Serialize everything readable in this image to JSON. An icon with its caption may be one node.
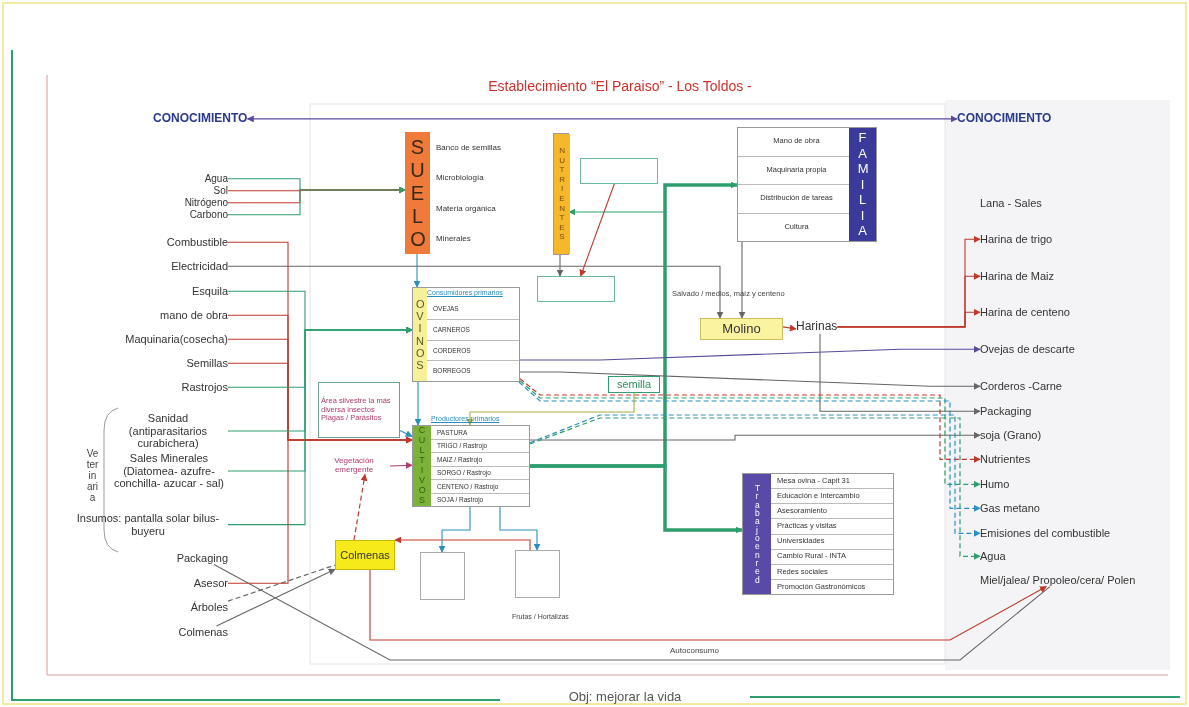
{
  "diagram": {
    "title": "Establecimiento “El Paraiso” - Los Toldos -",
    "caption": "Obj: mejorar la vida",
    "nodes": [
      {
        "text": [
          "Agua"
        ]
      },
      {
        "text": [
          "Sol"
        ]
      },
      {
        "text": [
          "Nitrógeno"
        ]
      },
      {
        "text": [
          "Carbono"
        ]
      },
      {
        "text": [
          "Combustible"
        ]
      },
      {
        "text": [
          "Electricidad"
        ]
      },
      {
        "text": [
          "Esquila"
        ]
      },
      {
        "text": [
          "mano de obra"
        ]
      },
      {
        "text": [
          "Maquinaria(cosecha)"
        ]
      },
      {
        "text": [
          "Semillas"
        ]
      },
      {
        "text": [
          "Rastrojos"
        ]
      },
      {
        "text": [
          "Sanidad (antiparasitarios curabichera)"
        ]
      },
      {
        "text": [
          "Sales Minerales (Diatomea- azufre- conchilla- azucar - sal)"
        ]
      },
      {
        "text": [
          "Insumos: pantalla solar bilus- buyeru"
        ]
      },
      {
        "text": [
          "Packaging"
        ]
      },
      {
        "text": [
          "Asesor"
        ]
      },
      {
        "text": [
          "Árboles"
        ]
      },
      {
        "text": [
          "Colmenas"
        ]
      },
      {
        "text": [
          "SUELO",
          "Banco de semillas",
          "Microbiología",
          "Materia orgánica",
          "Minerales"
        ]
      },
      {
        "text": [
          "NUTRIENTES"
        ]
      },
      {
        "text": [],
        "shape": "box"
      },
      {
        "text": [],
        "shape": "box"
      },
      {
        "text": [
          "Consumidores primarios",
          "OVINOS",
          "OVEJAS",
          "CARNEROS",
          "CORDEROS",
          "BORREGOS"
        ]
      },
      {
        "text": [
          "Molino"
        ]
      },
      {
        "text": [
          "Harinas"
        ]
      },
      {
        "text": [
          "Mano de obra",
          "Maquinaria propia",
          "Distribución de tareas",
          "Cultura",
          "FAMILIA"
        ]
      },
      {
        "text": [
          "semilla"
        ]
      },
      {
        "text": [
          "Área silvestre la más diversa insectos Plagas / Parásitos"
        ]
      },
      {
        "text": [
          "Productores primarios",
          "CULTIVOS",
          "PASTURA",
          "TRIGO / Rastrojo",
          "MAIZ / Rastrojo",
          "SORGO / Rastrojo",
          "CENTENO / Rastrojo",
          "SOJA / Rastrojo"
        ]
      },
      {
        "text": [
          "Vegetación emergente"
        ]
      },
      {
        "text": [
          "Colmenas"
        ]
      },
      {
        "text": [],
        "shape": "box"
      },
      {
        "text": [],
        "shape": "box"
      },
      {
        "text": [
          "Trabajo en red",
          "Mesa ovina - Capit 31",
          "Educación e Intercambio",
          "Asesoramiento",
          "Prácticas y visitas",
          "Universidades",
          "Cambio Rural - INTA",
          "Redes sociales",
          "Promoción Gastronómicos"
        ]
      },
      {
        "text": [
          "Lana - Sales"
        ]
      },
      {
        "text": [
          "Harina de trigo"
        ]
      },
      {
        "text": [
          "Harina de Maiz"
        ]
      },
      {
        "text": [
          "Harina de centeno"
        ]
      },
      {
        "text": [
          "Ovejas de descarte"
        ]
      },
      {
        "text": [
          "Corderos -Carne"
        ]
      },
      {
        "text": [
          "Packaging"
        ]
      },
      {
        "text": [
          "soja (Grano)"
        ]
      },
      {
        "text": [
          "Nutrientes"
        ]
      },
      {
        "text": [
          "Humo"
        ]
      },
      {
        "text": [
          "Gas metano"
        ]
      },
      {
        "text": [
          "Emisiones del combustible"
        ]
      },
      {
        "text": [
          "Agua"
        ]
      },
      {
        "text": [
          "Miel/jalea/ Propoleo/cera/ Polen"
        ]
      },
      {
        "text": [
          "CONOCIMIENTO"
        ]
      },
      {
        "text": [
          "CONOCIMIENTO"
        ]
      }
    ],
    "edges": [
      {
        "from": 48,
        "to": 49,
        "arrow": "both",
        "color": "#5a4a9a"
      },
      {
        "from": 0,
        "to": 18,
        "arrow": "to",
        "color": "#2e9e6e"
      },
      {
        "from": 1,
        "to": 18,
        "arrow": "to",
        "color": "#c0392b"
      },
      {
        "from": 2,
        "to": 18,
        "arrow": "to",
        "color": "#c0392b"
      },
      {
        "from": 3,
        "to": 18,
        "arrow": "to",
        "color": "#2e9e6e"
      },
      {
        "from": 4,
        "to": 28,
        "arrow": "to",
        "color": "#c0392b"
      },
      {
        "from": 5,
        "to": 23,
        "arrow": "to"
      },
      {
        "from": 6,
        "to": 22,
        "arrow": "to",
        "color": "#2e9e6e"
      },
      {
        "from": 7,
        "to": 28,
        "arrow": "to",
        "color": "#c0392b"
      },
      {
        "from": 8,
        "to": 28,
        "arrow": "to",
        "color": "#c0392b"
      },
      {
        "from": 9,
        "to": 28,
        "arrow": "to",
        "color": "#c0392b"
      },
      {
        "from": 10,
        "to": 22,
        "arrow": "to",
        "color": "#2e9e6e"
      },
      {
        "from": 11,
        "to": 22,
        "arrow": "to",
        "color": "#2e9e6e"
      },
      {
        "from": 12,
        "to": 22,
        "arrow": "to",
        "color": "#2e9e6e"
      },
      {
        "from": 13,
        "to": 22,
        "arrow": "to",
        "color": "#2e9e6e"
      },
      {
        "from": 15,
        "to": 28,
        "arrow": "to",
        "color": "#c0392b"
      },
      {
        "from": 16,
        "to": 30,
        "arrow": "none",
        "style": "dashed"
      },
      {
        "from": 17,
        "to": 30,
        "arrow": "to"
      },
      {
        "from": 14,
        "to": 47,
        "arrow": "none"
      },
      {
        "from": 18,
        "to": 22,
        "arrow": "to",
        "color": "#2a8fc0"
      },
      {
        "from": 19,
        "to": 21,
        "arrow": "to"
      },
      {
        "from": 20,
        "to": 21,
        "arrow": "to",
        "color": "#c0392b"
      },
      {
        "from": 22,
        "to": 28,
        "arrow": "to",
        "color": "#2a8fc0"
      },
      {
        "from": 28,
        "to": 19,
        "arrow": "to",
        "color": "#2e9e6e"
      },
      {
        "from": 28,
        "to": 25,
        "arrow": "to",
        "color": "#2e9e6e",
        "style": "thick"
      },
      {
        "from": 28,
        "to": 33,
        "arrow": "to",
        "color": "#2e9e6e",
        "style": "thick"
      },
      {
        "from": 23,
        "to": 24,
        "arrow": "to",
        "color": "#c0392b"
      },
      {
        "from": 24,
        "to": 35,
        "arrow": "to",
        "color": "#c0392b"
      },
      {
        "from": 24,
        "to": 36,
        "arrow": "to",
        "color": "#c0392b"
      },
      {
        "from": 24,
        "to": 37,
        "arrow": "to",
        "color": "#c0392b"
      },
      {
        "from": 22,
        "to": 38,
        "arrow": "to",
        "color": "#5a4a9a"
      },
      {
        "from": 22,
        "to": 39,
        "arrow": "to"
      },
      {
        "from": 24,
        "to": 40,
        "arrow": "to"
      },
      {
        "from": 28,
        "to": 41,
        "arrow": "to"
      },
      {
        "from": 22,
        "to": 42,
        "arrow": "to",
        "style": "dashed",
        "color": "#c0392b"
      },
      {
        "from": 22,
        "to": 43,
        "arrow": "to",
        "style": "dashed",
        "color": "#2e9e6e"
      },
      {
        "from": 22,
        "to": 44,
        "arrow": "to",
        "style": "dashed",
        "color": "#2a8fc0"
      },
      {
        "from": 28,
        "to": 45,
        "arrow": "to",
        "style": "dashed",
        "color": "#2a8fc0"
      },
      {
        "from": 28,
        "to": 46,
        "arrow": "to",
        "style": "dashed",
        "color": "#2e9e6e"
      },
      {
        "from": 30,
        "to": 47,
        "arrow": "to",
        "color": "#c0392b"
      },
      {
        "from": 29,
        "to": 28,
        "arrow": "to",
        "color": "#b03a6e"
      },
      {
        "from": 27,
        "to": 28,
        "arrow": "to",
        "color": "#2a8fc0"
      },
      {
        "from": 26,
        "to": 28,
        "arrow": "to",
        "color": "#a8b040"
      },
      {
        "from": 32,
        "to": 30,
        "arrow": "to",
        "color": "#c0392b"
      },
      {
        "from": 30,
        "to": 29,
        "arrow": "to",
        "color": "#c0392b",
        "style": "dashed"
      },
      {
        "from": 28,
        "to": 31,
        "arrow": "to",
        "color": "#2a8fc0"
      },
      {
        "from": 28,
        "to": 32,
        "arrow": "to",
        "color": "#2a8fc0"
      },
      {
        "from": 25,
        "to": 23,
        "arrow": "to"
      }
    ],
    "labels": [
      "Salvado / medios, maíz y centeno",
      "Veterinaria",
      "Frutas / Hortalizas",
      "Autoconsumo"
    ]
  }
}
